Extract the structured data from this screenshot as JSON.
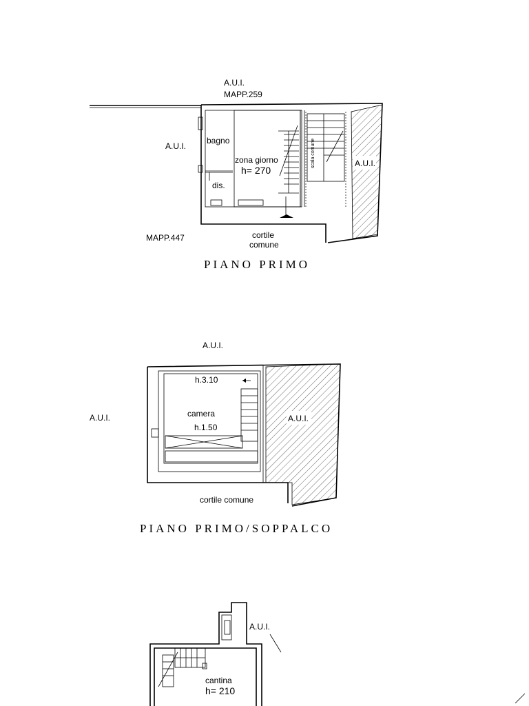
{
  "floor_1": {
    "north_label_1": "A.U.I.",
    "north_label_2": "MAPP.259",
    "west_label": "A.U.I.",
    "east_label": "A.U.I.",
    "southwest_label": "MAPP.447",
    "room_bathroom": "bagno",
    "room_living": "zona giorno",
    "room_living_height": "h= 270",
    "room_hall": "dis.",
    "stair_label": "scala comune",
    "courtyard_line_1": "cortile",
    "courtyard_line_2": "comune",
    "title": "PIANO PRIMO"
  },
  "floor_mezzanine": {
    "north_label": "A.U.I.",
    "west_label": "A.U.I.",
    "east_label": "A.U.I.",
    "room_height_top": "h.3.10",
    "room_name": "camera",
    "room_height_low": "h.1.50",
    "courtyard": "cortile comune",
    "title": "PIANO PRIMO/SOPPALCO"
  },
  "floor_cellar": {
    "east_label": "A.U.I.",
    "room_name": "cantina",
    "room_height": "h= 210"
  }
}
